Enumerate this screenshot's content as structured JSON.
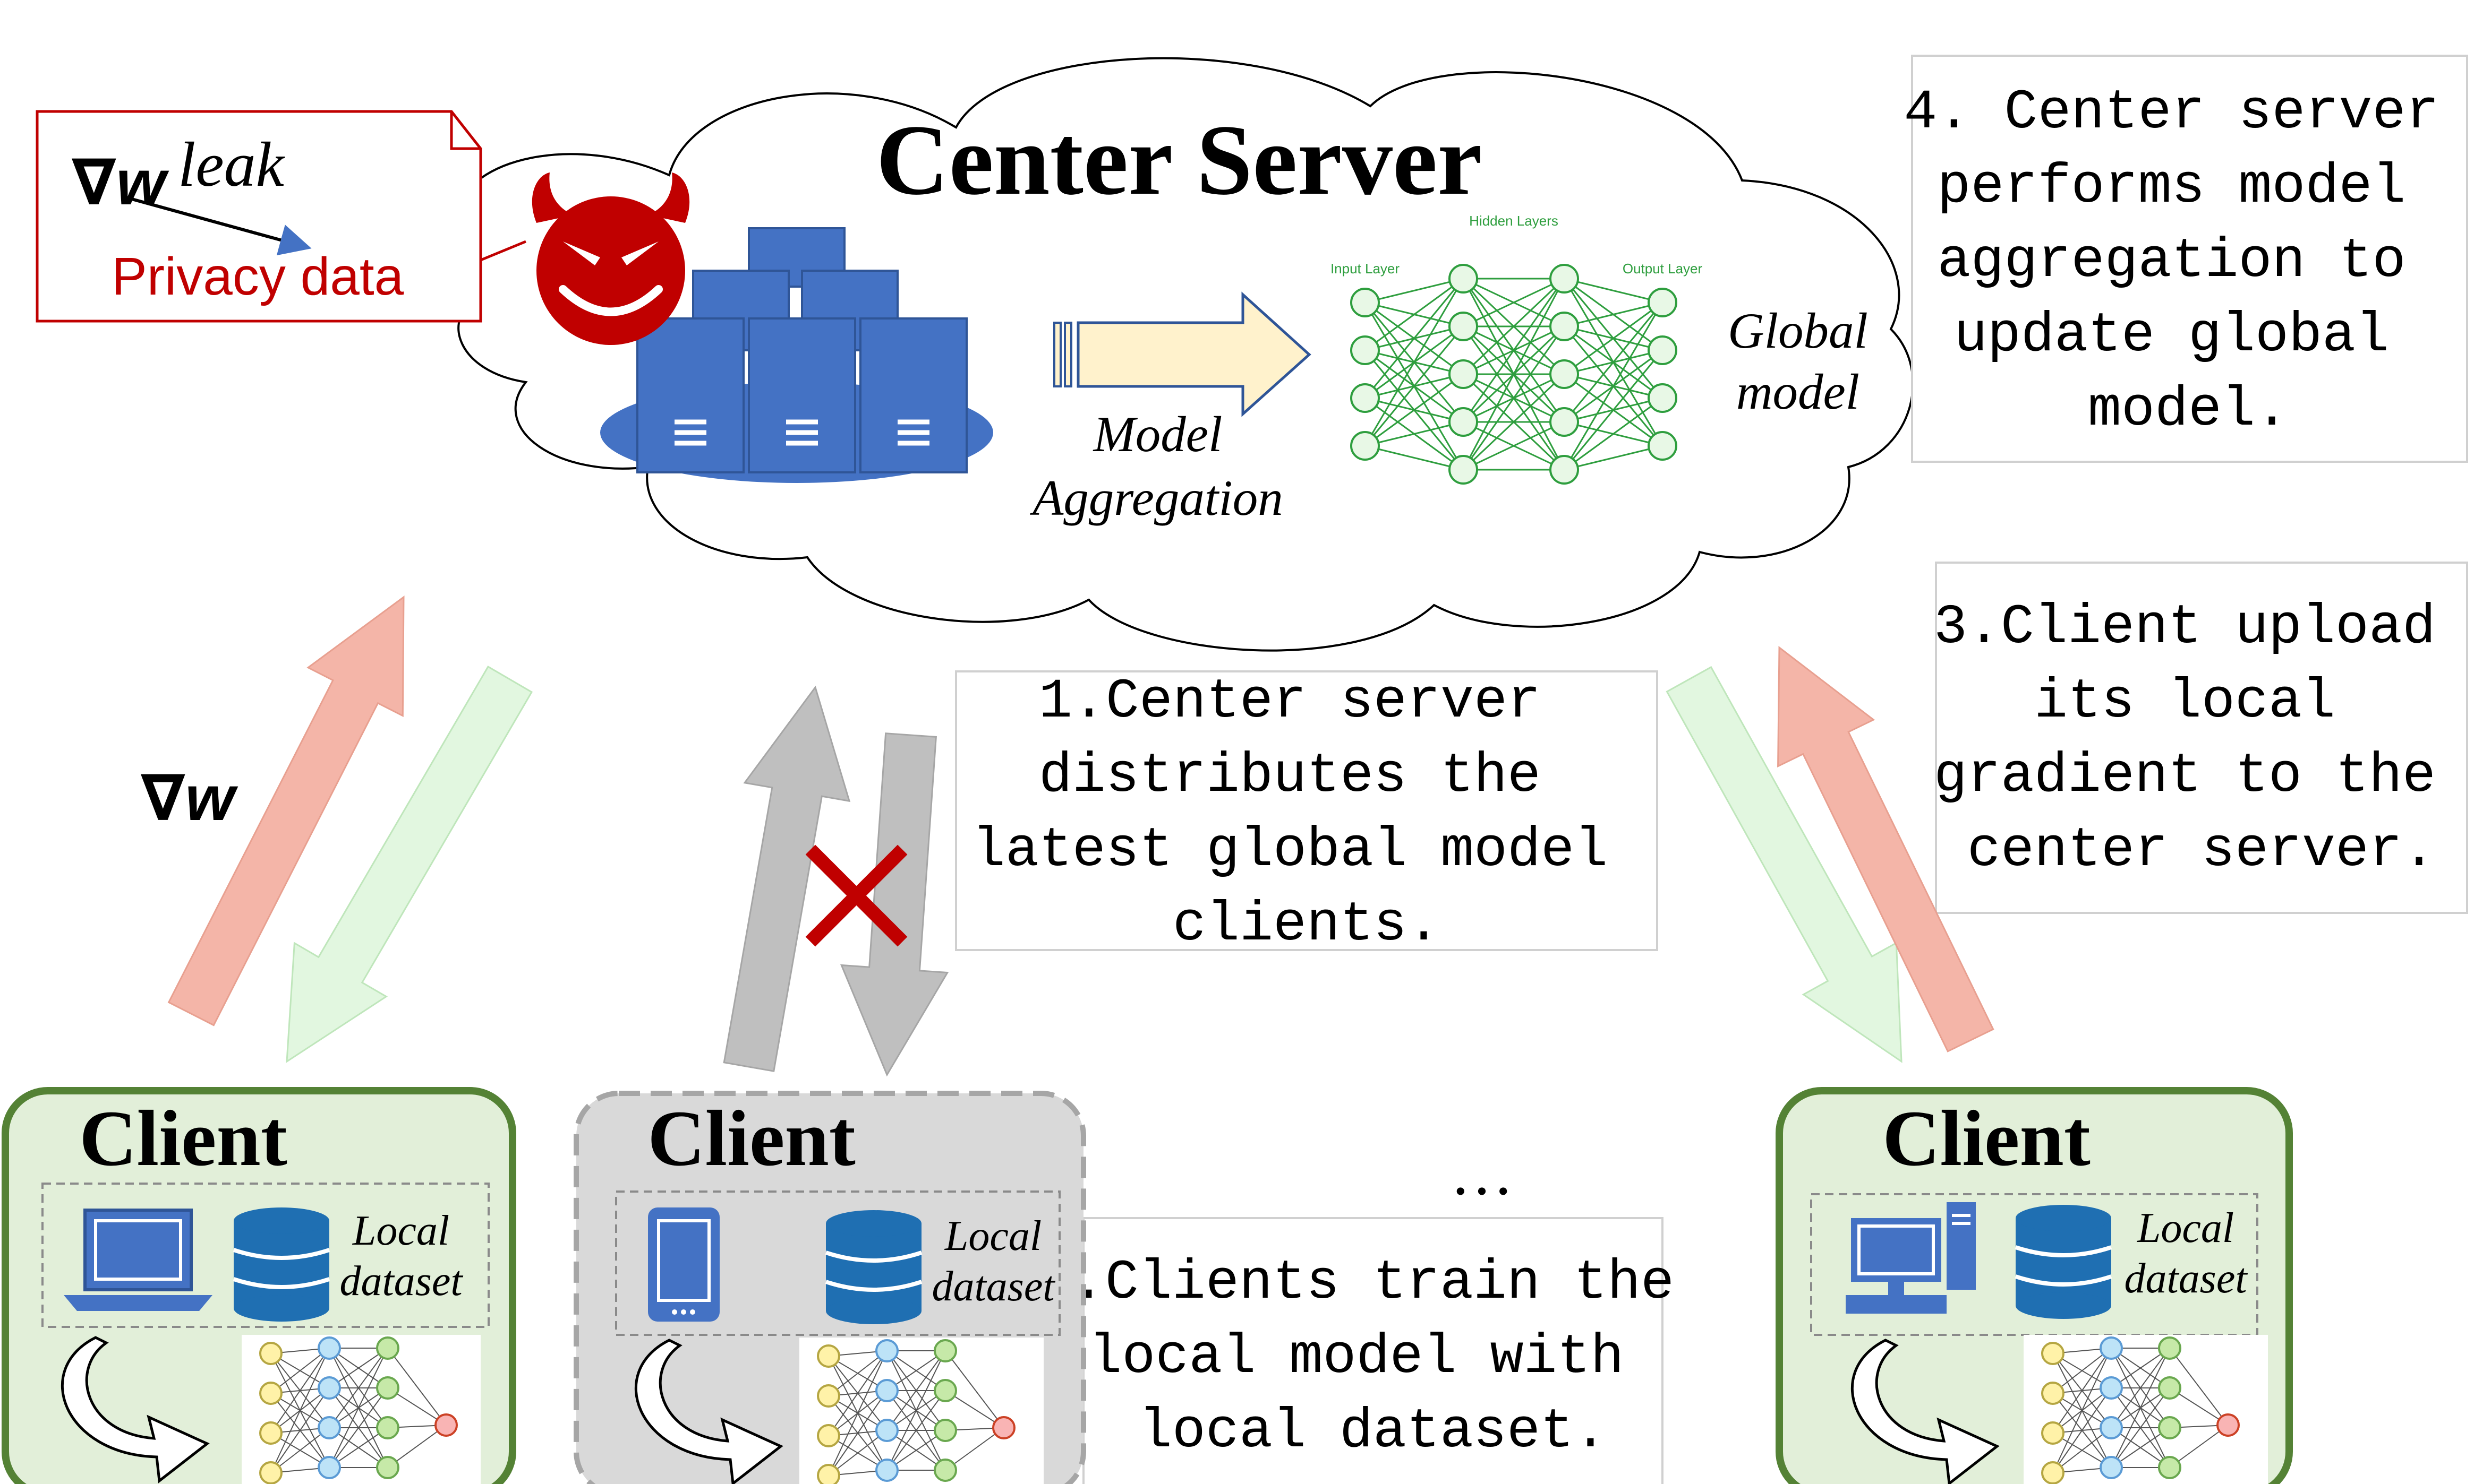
{
  "server": {
    "title": "Center Server",
    "aggregation_line1": "Model",
    "aggregation_line2": "Aggregation",
    "global_line1": "Global",
    "global_line2": "model",
    "nn_hidden": "Hidden Layers",
    "nn_input": "Input Layer",
    "nn_output": "Output Layer"
  },
  "attack": {
    "grad_symbol": "∇w",
    "leak_label": "leak",
    "privacy_label": "Privacy data"
  },
  "gradient_label": "∇w",
  "steps": {
    "step1": [
      "1.Center server",
      "distributes the",
      "latest global model",
      "clients."
    ],
    "step2": [
      "2.Clients train the",
      "local model with",
      "local dataset."
    ],
    "step3": [
      "3.Client upload",
      "its local",
      "gradient to the",
      "center server."
    ],
    "step4": [
      "4. Center server",
      "performs model",
      "aggregation to",
      "update global",
      "model."
    ]
  },
  "clients": [
    {
      "title": "Client",
      "dataset_line1": "Local",
      "dataset_line2": "dataset",
      "device": "laptop-icon"
    },
    {
      "title": "Client",
      "dataset_line1": "Local",
      "dataset_line2": "dataset",
      "device": "phone-icon"
    },
    {
      "title": "Client",
      "dataset_line1": "Local",
      "dataset_line2": "dataset",
      "device": "desktop-icon"
    }
  ],
  "ellipsis": "…",
  "colors": {
    "client_fill": "#e2efd9",
    "client_border": "#548235",
    "inactive_fill": "#d9d9d9",
    "server_blue": "#4472c4",
    "devil_red": "#c00000",
    "upload_arrow": "#f4b5a8",
    "download_arrow": "#e2f7e0",
    "blocked_arrow": "#bfbfbf",
    "nn_green": "#2e9e3e"
  }
}
